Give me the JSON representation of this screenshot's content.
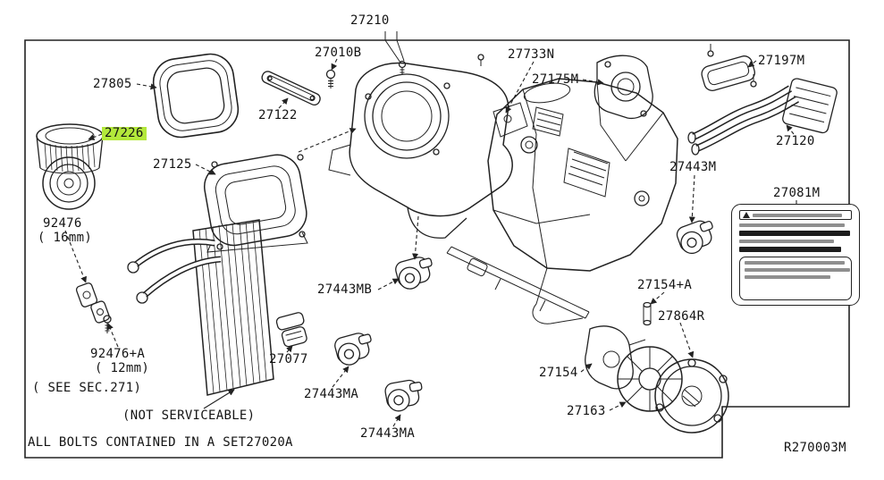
{
  "page": {
    "background": "#ffffff",
    "line_color": "#1f1f1f",
    "text_color": "#141414",
    "highlight_color": "#b3e83b"
  },
  "diagram": {
    "assembly_ref": "27210",
    "sheet_code": "R270003M",
    "highlighted_part": "27226",
    "footer_note": "ALL BOLTS CONTAINED IN A SET27020A",
    "labels": [
      {
        "text": "27210"
      },
      {
        "text": "27805"
      },
      {
        "text": "27010B"
      },
      {
        "text": "27122"
      },
      {
        "text": "27733N"
      },
      {
        "text": "27175M"
      },
      {
        "text": "27197M"
      },
      {
        "text": "27120"
      },
      {
        "text": "27226"
      },
      {
        "text": "27125"
      },
      {
        "text": "92476"
      },
      {
        "text": "( 16mm)"
      },
      {
        "text": "27443M"
      },
      {
        "text": "27081M"
      },
      {
        "text": "27443MB"
      },
      {
        "text": "27154+A"
      },
      {
        "text": "27864R"
      },
      {
        "text": "92476+A"
      },
      {
        "text": "( 12mm)"
      },
      {
        "text": "( SEE SEC.271)"
      },
      {
        "text": "27077"
      },
      {
        "text": "27154"
      },
      {
        "text": "27163"
      },
      {
        "text": "27443MA"
      },
      {
        "text": "27443MA"
      },
      {
        "text": "(NOT SERVICEABLE)"
      },
      {
        "text": "ALL BOLTS CONTAINED IN A SET27020A"
      },
      {
        "text": "R270003M"
      }
    ]
  }
}
